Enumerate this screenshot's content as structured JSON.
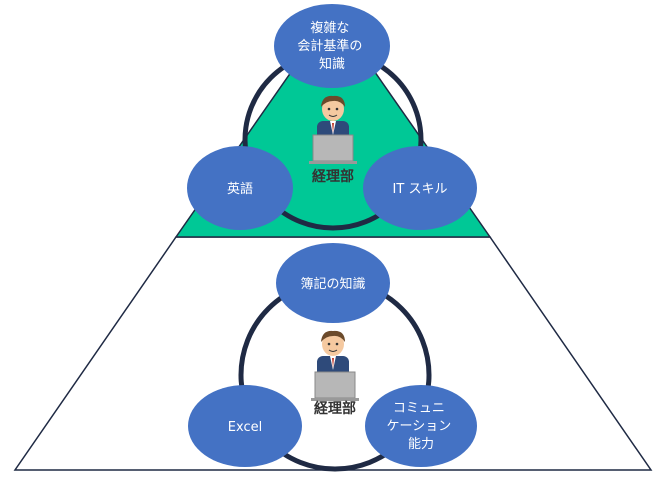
{
  "colors": {
    "bubble": "#4472C4",
    "ring": "#1F2A44",
    "top_fill": "#00C896",
    "outline": "#1F2A44",
    "skin": "#F5C9A0",
    "hair": "#6B4A2B",
    "suit": "#2E4A7A",
    "laptop": "#B7B7B7"
  },
  "top_group": {
    "department": "経理部",
    "skills": [
      {
        "lines": [
          "複雑な",
          "会計基準の",
          "知識"
        ]
      },
      {
        "lines": [
          "英語"
        ]
      },
      {
        "lines": [
          "IT スキル"
        ]
      }
    ]
  },
  "bottom_group": {
    "department": "経理部",
    "skills": [
      {
        "lines": [
          "簿記の知識"
        ]
      },
      {
        "lines": [
          "Excel"
        ]
      },
      {
        "lines": [
          "コミュニ",
          "ケーション",
          "能力"
        ]
      }
    ]
  },
  "icons": [
    "office-worker-icon",
    "laptop-icon"
  ]
}
